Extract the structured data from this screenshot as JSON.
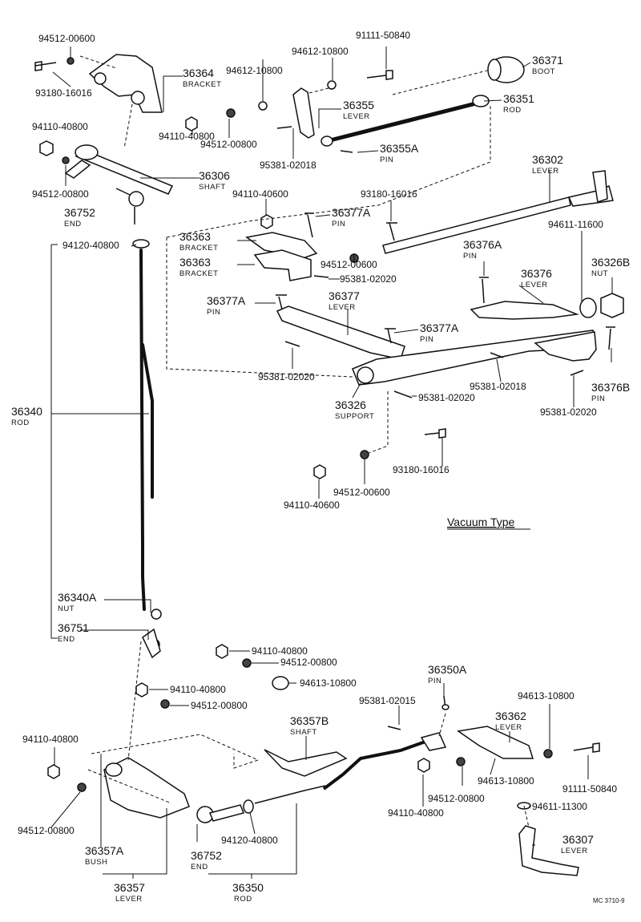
{
  "title": "Vacuum Type",
  "code": "MC 3710-9",
  "labels": {
    "l01": {
      "num": "94512-00600",
      "name": ""
    },
    "l02": {
      "num": "93180-16016",
      "name": ""
    },
    "l03": {
      "num": "36364",
      "name": "BRACKET"
    },
    "l04": {
      "num": "94612-10800",
      "name": ""
    },
    "l05": {
      "num": "94612-10800",
      "name": ""
    },
    "l06": {
      "num": "91111-50840",
      "name": ""
    },
    "l07": {
      "num": "36371",
      "name": "BOOT"
    },
    "l08": {
      "num": "36355",
      "name": "LEVER"
    },
    "l09": {
      "num": "36351",
      "name": "ROD"
    },
    "l10": {
      "num": "94110-40800",
      "name": ""
    },
    "l11": {
      "num": "94110-40800",
      "name": ""
    },
    "l12": {
      "num": "94512-00800",
      "name": ""
    },
    "l13": {
      "num": "36355A",
      "name": "PIN"
    },
    "l14": {
      "num": "95381-02018",
      "name": ""
    },
    "l15": {
      "num": "94512-00800",
      "name": ""
    },
    "l16": {
      "num": "36306",
      "name": "SHAFT"
    },
    "l17": {
      "num": "36302",
      "name": "LEVER"
    },
    "l18": {
      "num": "36752",
      "name": "END"
    },
    "l19": {
      "num": "94110-40600",
      "name": ""
    },
    "l20": {
      "num": "93180-16016",
      "name": ""
    },
    "l21": {
      "num": "36377A",
      "name": "PIN"
    },
    "l22": {
      "num": "94120-40800",
      "name": ""
    },
    "l23": {
      "num": "36363",
      "name": "BRACKET"
    },
    "l24": {
      "num": "36363",
      "name": "BRACKET"
    },
    "l25": {
      "num": "94512-00600",
      "name": ""
    },
    "l26": {
      "num": "95381-02020",
      "name": ""
    },
    "l27": {
      "num": "36376A",
      "name": "PIN"
    },
    "l28": {
      "num": "94611-11600",
      "name": ""
    },
    "l29": {
      "num": "36326B",
      "name": "NUT"
    },
    "l30": {
      "num": "36376",
      "name": "LEVER"
    },
    "l31": {
      "num": "36377A",
      "name": "PIN"
    },
    "l32": {
      "num": "36377",
      "name": "LEVER"
    },
    "l33": {
      "num": "36377A",
      "name": "PIN"
    },
    "l34": {
      "num": "95381-02020",
      "name": ""
    },
    "l35": {
      "num": "95381-02018",
      "name": ""
    },
    "l36": {
      "num": "36340",
      "name": "ROD"
    },
    "l37": {
      "num": "36326",
      "name": "SUPPORT"
    },
    "l38": {
      "num": "95381-02020",
      "name": ""
    },
    "l39": {
      "num": "36376B",
      "name": "PIN"
    },
    "l40": {
      "num": "95381-02020",
      "name": ""
    },
    "l41": {
      "num": "93180-16016",
      "name": ""
    },
    "l42": {
      "num": "94512-00600",
      "name": ""
    },
    "l43": {
      "num": "94110-40600",
      "name": ""
    },
    "l44": {
      "num": "36340A",
      "name": "NUT"
    },
    "l45": {
      "num": "36751",
      "name": "END"
    },
    "l46": {
      "num": "94110-40800",
      "name": ""
    },
    "l47": {
      "num": "94512-00800",
      "name": ""
    },
    "l48": {
      "num": "94613-10800",
      "name": ""
    },
    "l49": {
      "num": "94110-40800",
      "name": ""
    },
    "l50": {
      "num": "94512-00800",
      "name": ""
    },
    "l51": {
      "num": "36350A",
      "name": "PIN"
    },
    "l52": {
      "num": "95381-02015",
      "name": ""
    },
    "l53": {
      "num": "94613-10800",
      "name": ""
    },
    "l54": {
      "num": "36357B",
      "name": "SHAFT"
    },
    "l55": {
      "num": "36362",
      "name": "LEVER"
    },
    "l56": {
      "num": "94110-40800",
      "name": ""
    },
    "l57": {
      "num": "94613-10800",
      "name": ""
    },
    "l58": {
      "num": "91111-50840",
      "name": ""
    },
    "l59": {
      "num": "94110-40800",
      "name": ""
    },
    "l60": {
      "num": "94512-00800",
      "name": ""
    },
    "l61": {
      "num": "94611-11300",
      "name": ""
    },
    "l62": {
      "num": "94512-00800",
      "name": ""
    },
    "l63": {
      "num": "94120-40800",
      "name": ""
    },
    "l64": {
      "num": "36307",
      "name": "LEVER"
    },
    "l65": {
      "num": "36357A",
      "name": "BUSH"
    },
    "l66": {
      "num": "36752",
      "name": "END"
    },
    "l67": {
      "num": "36357",
      "name": "LEVER"
    },
    "l68": {
      "num": "36350",
      "name": "ROD"
    }
  }
}
